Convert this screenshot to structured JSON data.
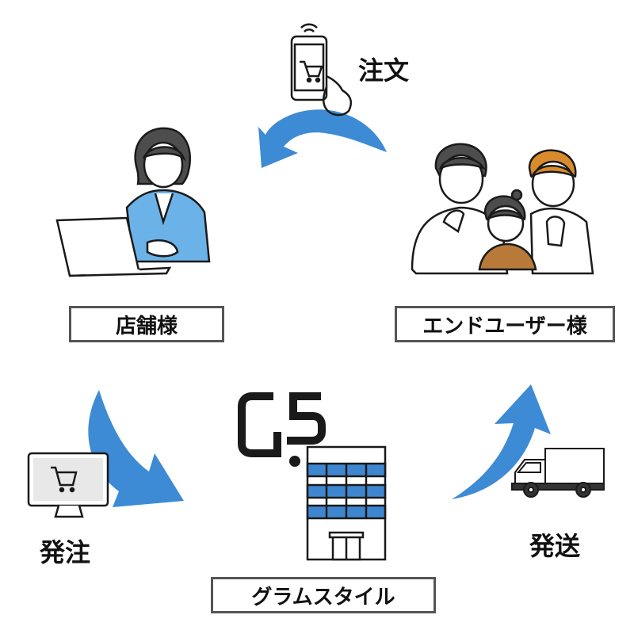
{
  "nodes": {
    "store": {
      "label": "店舗様"
    },
    "end_user": {
      "label": "エンドユーザー様"
    },
    "company": {
      "label": "グラムスタイル",
      "logo_text": "GS"
    }
  },
  "flows": {
    "order": {
      "label": "注文"
    },
    "purchase_order": {
      "label": "発注"
    },
    "shipping": {
      "label": "発送"
    }
  },
  "colors": {
    "arrow": "#3d8bd4",
    "building_window": "#3e87d0",
    "border": "#555555",
    "line": "#1a1a1a"
  },
  "icons": [
    "smartphone-cart-icon",
    "monitor-cart-icon",
    "delivery-truck-icon",
    "office-building-icon",
    "gs-logo-icon",
    "woman-laptop-illustration",
    "family-illustration"
  ]
}
